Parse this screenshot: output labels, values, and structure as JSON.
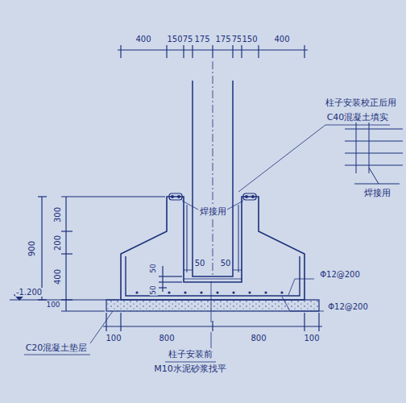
{
  "diagram": {
    "labels": [
      "400",
      "150",
      "75",
      "175",
      "175",
      "75",
      "150",
      "400",
      "柱子安装校正后用",
      "C40混凝土填实",
      "焊接用",
      "300",
      "900",
      "焊接用",
      "50",
      "50",
      "200",
      "400",
      "50",
      "50",
      "Φ12@200",
      "-1.200",
      "100",
      "Φ12@200",
      "C20混凝土垫层",
      "100",
      "800",
      "800",
      "100",
      "柱子安装前",
      "M10水泥砂浆找平"
    ]
  }
}
